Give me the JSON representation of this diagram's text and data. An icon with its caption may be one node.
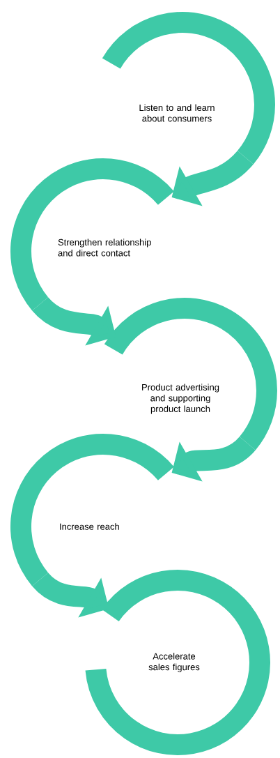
{
  "diagram": {
    "nodes": [
      {
        "text": [
          "Listen to and learn about consumers"
        ]
      },
      {
        "text": [
          "Strengthen relationship and direct contact"
        ]
      },
      {
        "text": [
          "Product advertising and supporting product launch"
        ]
      },
      {
        "text": [
          "Increase reach"
        ]
      },
      {
        "text": [
          "Accelerate sales figures"
        ]
      }
    ],
    "edges": [
      {
        "from": 0,
        "to": 1,
        "arrow": "to"
      },
      {
        "from": 1,
        "to": 2,
        "arrow": "to"
      },
      {
        "from": 2,
        "to": 3,
        "arrow": "to"
      },
      {
        "from": 3,
        "to": 4,
        "arrow": "to"
      }
    ]
  }
}
